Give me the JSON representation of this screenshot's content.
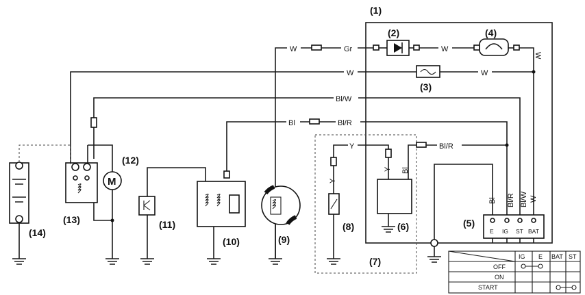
{
  "component_numbers": {
    "c1": "(1)",
    "c2": "(2)",
    "c3": "(3)",
    "c4": "(4)",
    "c5": "(5)",
    "c6": "(6)",
    "c7": "(7)",
    "c8": "(8)",
    "c9": "(9)",
    "c10": "(10)",
    "c11": "(11)",
    "c12": "(12)",
    "c13": "(13)",
    "c14": "(14)"
  },
  "wire_labels": {
    "w_top_left": "W",
    "gr": "Gr",
    "w_top_mid": "W",
    "w_top_right_vert": "W",
    "w_second_left": "W",
    "w_second_right": "W",
    "blw_third": "Bl/W",
    "bl_fourth": "Bl",
    "blr_fourth": "Bl/R",
    "blr_fifth": "Bl/R",
    "y_top": "Y",
    "y_left": "Y",
    "y_mid": "Y",
    "bl_mid": "Bl",
    "switch_bl": "Bl",
    "switch_blr": "Bl/R",
    "switch_blw": "Bl/W",
    "switch_w": "W"
  },
  "motor_symbol": "M",
  "ignition_switch_terminals": [
    "E",
    "IG",
    "ST",
    "BAT"
  ],
  "switch_table": {
    "columns": [
      "IG",
      "E",
      "BAT",
      "ST"
    ],
    "rows": [
      "OFF",
      "ON",
      "START"
    ]
  }
}
